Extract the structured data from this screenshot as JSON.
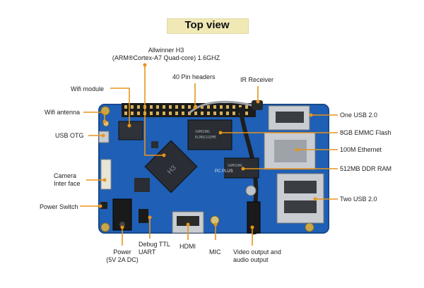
{
  "title": "Top view",
  "labels": {
    "soc_line1": "Allwinner H3",
    "soc_line2": "(ARM®Cortex-A7 Quad-core) 1.6GHZ",
    "pin_headers": "40 Pin headers",
    "ir_receiver": "IR Receiver",
    "wifi_module": "Wifi module",
    "wifi_antenna": "Wifi antenna",
    "usb_otg": "USB OTG",
    "camera_line1": "Camera",
    "camera_line2": "Inter face",
    "power_switch": "Power Switch",
    "power_line1": "Power",
    "power_line2": "(5V 2A DC)",
    "debug_line1": "Debug TTL",
    "debug_line2": "UART",
    "hdmi": "HDMI",
    "mic": "MIC",
    "video_line1": "Video output and",
    "video_line2": "audio output",
    "one_usb": "One USB 2.0",
    "emmc": "8GB EMMC Flash",
    "ethernet": "100M Ethernet",
    "ddr": "512MB DDR RAM",
    "two_usb": "Two USB 2.0"
  },
  "chip_marks": {
    "soc_mark": "H3",
    "board_name": "PC PLUS"
  },
  "colors": {
    "pcb": "#1f5fb5",
    "pcb_dark": "#164a8e",
    "leader": "#e8941a",
    "title_bg": "#f0e9b6",
    "metal": "#c9cdd2",
    "chip": "#2a2d33"
  }
}
